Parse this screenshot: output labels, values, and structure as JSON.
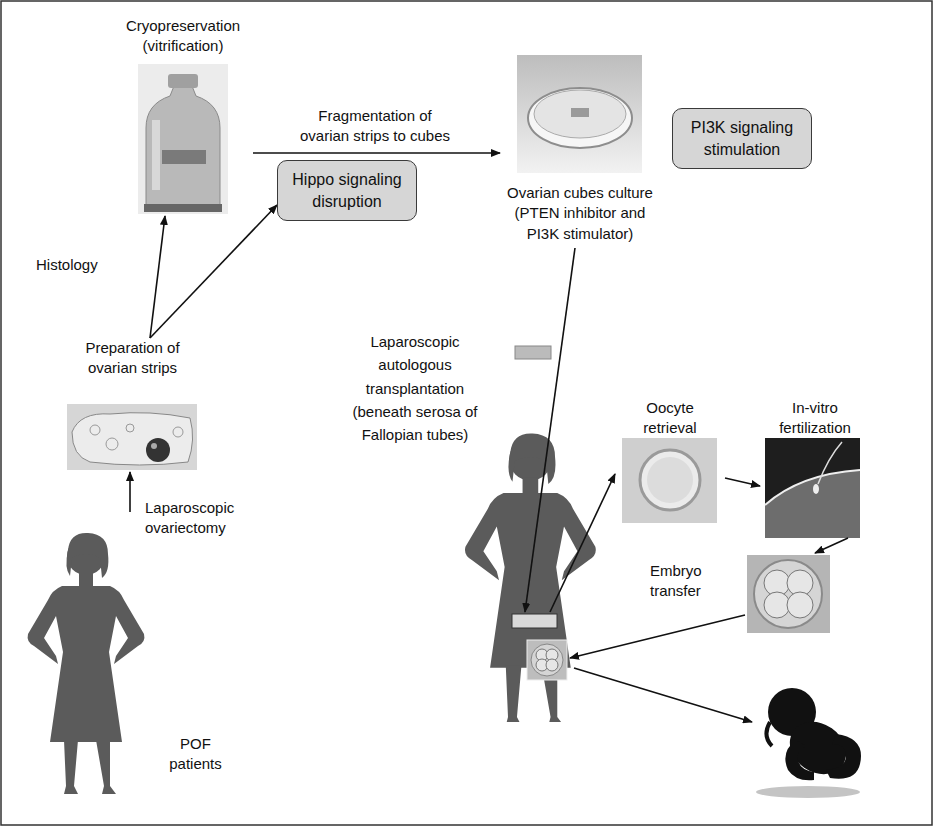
{
  "diagram": {
    "nodes": [
      {
        "text": [
          "POF patients"
        ]
      },
      {
        "text": [
          "Preparation of ovarian strips"
        ]
      },
      {
        "text": [
          "Cryopreservation (vitrification)"
        ]
      },
      {
        "text": [
          "Hippo signaling disruption"
        ]
      },
      {
        "text": [
          "Ovarian cubes culture (PTEN inhibitor and PI3K stimulator)"
        ]
      },
      {
        "text": [
          "PI3K signaling stimulation"
        ]
      },
      {
        "text": [
          "Laparoscopic autologous transplantation (beneath serosa of Fallopian tubes)"
        ]
      },
      {
        "text": [
          "Oocyte retrieval"
        ]
      },
      {
        "text": [
          "In-vitro fertilization"
        ]
      },
      {
        "text": [
          "Embryo transfer"
        ]
      }
    ],
    "edges": [
      {
        "from": 0,
        "to": 1,
        "arrow": "to",
        "label": "Laparoscopic ovariectomy"
      },
      {
        "from": 1,
        "to": 2,
        "arrow": "to"
      },
      {
        "from": 1,
        "to": 3,
        "arrow": "to"
      },
      {
        "from": 2,
        "to": 4,
        "arrow": "to",
        "label": "Fragmentation of ovarian strips to cubes"
      },
      {
        "from": 4,
        "to": 6,
        "arrow": "to"
      },
      {
        "from": 6,
        "to": 7,
        "arrow": "to"
      },
      {
        "from": 7,
        "to": 8,
        "arrow": "to"
      },
      {
        "from": 8,
        "to": 9,
        "arrow": "to"
      },
      {
        "from": 9,
        "to": 6,
        "arrow": "to"
      }
    ],
    "labels": [
      "Histology"
    ]
  }
}
